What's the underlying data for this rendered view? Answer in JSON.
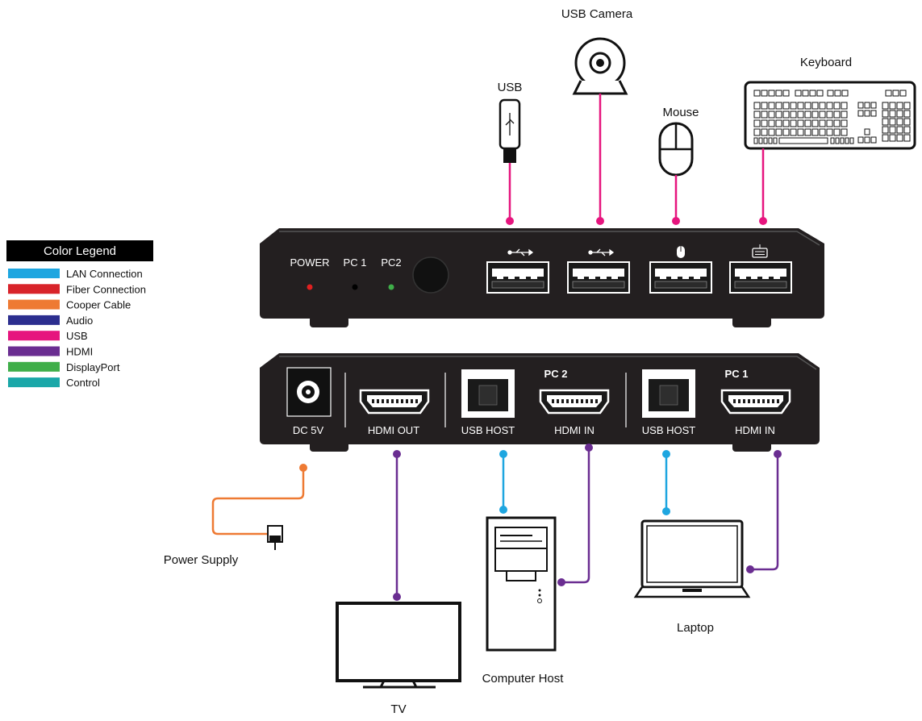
{
  "legend": {
    "title": "Color Legend",
    "items": [
      {
        "label": "LAN Connection",
        "color": "#1ea6e0"
      },
      {
        "label": "Fiber Connection",
        "color": "#d8232a"
      },
      {
        "label": "Cooper Cable",
        "color": "#ee7a33"
      },
      {
        "label": "Audio",
        "color": "#2c2e8f"
      },
      {
        "label": "USB",
        "color": "#e6157e"
      },
      {
        "label": "HDMI",
        "color": "#6a2d91"
      },
      {
        "label": "DisplayPort",
        "color": "#3fae49"
      },
      {
        "label": "Control",
        "color": "#1aa7a8"
      }
    ]
  },
  "devices": {
    "usb_camera": "USB Camera",
    "usb": "USB",
    "mouse": "Mouse",
    "keyboard": "Keyboard",
    "power_supply": "Power Supply",
    "tv": "TV",
    "computer_host": "Computer Host",
    "laptop": "Laptop"
  },
  "front_panel": {
    "power": "POWER",
    "pc1": "PC 1",
    "pc2": "PC2",
    "led_colors": {
      "power": "#e02020",
      "pc1": "#000000",
      "pc2": "#3fae49"
    }
  },
  "rear_panel": {
    "dc": "DC 5V",
    "hdmi_out": "HDMI OUT",
    "usb_host_pc2": "USB HOST",
    "hdmi_in_pc2": "HDMI IN",
    "usb_host_pc1": "USB HOST",
    "hdmi_in_pc1": "HDMI IN",
    "pc2_label": "PC 2",
    "pc1_label": "PC 1"
  },
  "colors": {
    "usb": "#e6157e",
    "lan": "#1ea6e0",
    "hdmi": "#6a2d91",
    "copper": "#ee7a33",
    "device_body": "#231f20"
  },
  "icons": [
    "usb-icon",
    "mouse-icon",
    "keyboard-icon"
  ]
}
